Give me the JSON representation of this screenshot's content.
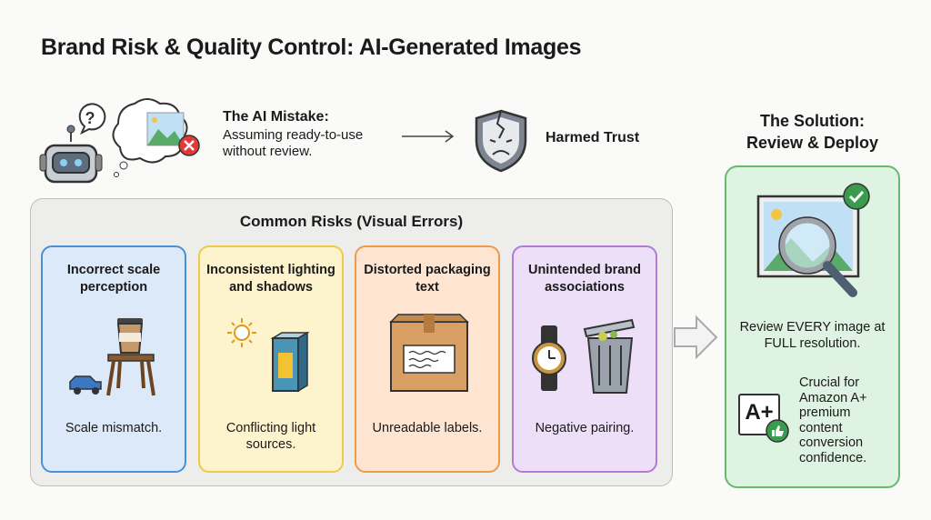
{
  "title": "Brand Risk & Quality Control: AI-Generated Images",
  "mistake": {
    "heading": "The AI Mistake:",
    "text": "Assuming ready-to-use without review."
  },
  "harm": {
    "label": "Harmed Trust"
  },
  "solution": {
    "heading_line1": "The Solution:",
    "heading_line2": "Review & Deploy",
    "review_text": "Review EVERY image at FULL resolution.",
    "amazon_text": "Crucial for Amazon A+ premium content conversion confidence.",
    "badge_text": "A+"
  },
  "risks": {
    "heading": "Common Risks (Visual Errors)",
    "cards": [
      {
        "title": "Incorrect scale perception",
        "caption": "Scale mismatch."
      },
      {
        "title": "Inconsistent lighting and shadows",
        "caption": "Conflicting light sources."
      },
      {
        "title": "Distorted packaging text",
        "caption": "Unreadable labels."
      },
      {
        "title": "Unintended brand associations",
        "caption": "Negative pairing."
      }
    ]
  },
  "colors": {
    "blue": "#4a90d9",
    "yellow": "#f0c94a",
    "orange": "#ee9a4d",
    "purple": "#b27bd6",
    "green": "#66bb6a"
  }
}
